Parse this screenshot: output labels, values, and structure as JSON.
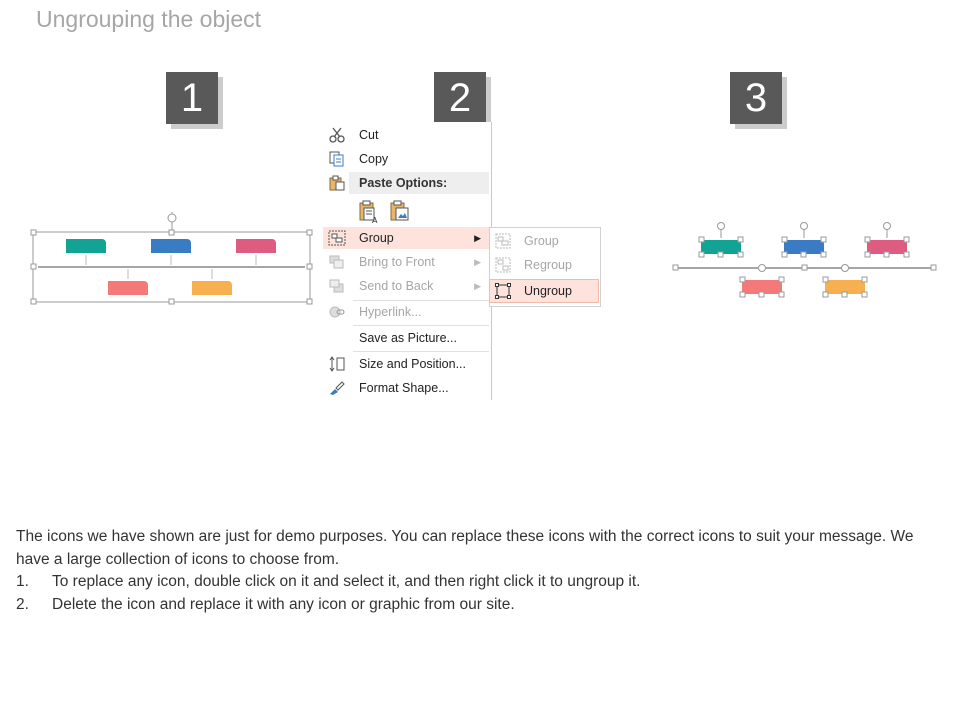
{
  "title": "Ungrouping the object",
  "steps": [
    "1",
    "2",
    "3"
  ],
  "menu": {
    "cut": "Cut",
    "copy": "Copy",
    "paste_options": "Paste Options:",
    "group": "Group",
    "bring_to_front": "Bring to Front",
    "send_to_back": "Send to Back",
    "hyperlink": "Hyperlink...",
    "save_as_picture": "Save as Picture...",
    "size_and_position": "Size and Position...",
    "format_shape": "Format Shape..."
  },
  "submenu": {
    "group": "Group",
    "regroup": "Regroup",
    "ungroup": "Ungroup"
  },
  "body": {
    "intro": "The icons we have shown are just for demo purposes. You can replace these icons with the correct icons to suit your message. We have a large collection of icons to choose from.",
    "items": [
      {
        "num": "1.",
        "text": "To replace any icon, double click on it and select it, and then right click it to ungroup it."
      },
      {
        "num": "2.",
        "text": "Delete the icon and replace it with any icon or graphic from our site."
      }
    ]
  },
  "colors": {
    "teal": "#12a394",
    "blue": "#3a7cc4",
    "pink": "#de5c7f",
    "salmon": "#f47a7a",
    "orange": "#f6b04f",
    "step_bg": "#595959",
    "menu_highlight": "#fde3dc"
  },
  "icons": [
    "scissors-icon",
    "copy-icon",
    "paste-icon",
    "paste-text-icon",
    "paste-picture-icon",
    "group-icon",
    "bring-front-icon",
    "send-back-icon",
    "hyperlink-icon",
    "size-position-icon",
    "format-shape-icon",
    "regroup-icon",
    "ungroup-icon"
  ]
}
